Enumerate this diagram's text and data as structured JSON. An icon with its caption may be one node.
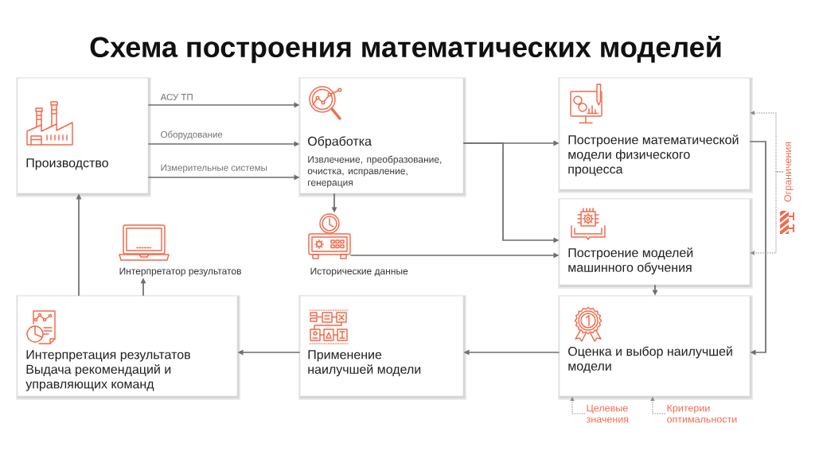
{
  "diagram": {
    "title": "Схема построения математических моделей",
    "nodes": [
      {
        "text": [
          "Производство"
        ]
      },
      {
        "text": [
          "Обработка",
          "Извлечение, преобразование, очистка, исправление, генерация"
        ]
      },
      {
        "text": [
          "Построение математической модели физического процесса"
        ]
      },
      {
        "text": [
          "Ограничения"
        ]
      },
      {
        "text": [
          "Интерпретатор результатов"
        ]
      },
      {
        "text": [],
        "shape": "picture",
        "beside": [
          "Исторические данные"
        ]
      },
      {
        "text": [
          "Построение моделей машинного обучения"
        ]
      },
      {
        "text": [
          "Интерпретация результатов",
          "Выдача рекомендаций и управляющих команд"
        ]
      },
      {
        "text": [
          "Применение наилучшей модели"
        ]
      },
      {
        "text": [
          "Оценка и выбор наилучшей модели"
        ]
      },
      {
        "text": [
          "Целевые значения"
        ]
      },
      {
        "text": [
          "Критерии оптимальности"
        ]
      }
    ],
    "edges": [
      {
        "from": 0,
        "to": 1,
        "arrow": "to",
        "label": "АСУ ТП"
      },
      {
        "from": 0,
        "to": 1,
        "arrow": "to",
        "label": "Оборудование"
      },
      {
        "from": 0,
        "to": 1,
        "arrow": "to",
        "label": "Измерительные системы"
      },
      {
        "from": 1,
        "to": 2,
        "arrow": "to"
      },
      {
        "from": 1,
        "to": 6,
        "arrow": "to"
      },
      {
        "from": 1,
        "to": 5,
        "arrow": "to"
      },
      {
        "from": 5,
        "to": 6,
        "arrow": "to"
      },
      {
        "from": 6,
        "to": 9,
        "arrow": "to"
      },
      {
        "from": 2,
        "to": 9,
        "arrow": "to"
      },
      {
        "from": 9,
        "to": 8,
        "arrow": "to"
      },
      {
        "from": 8,
        "to": 7,
        "arrow": "to"
      },
      {
        "from": 7,
        "to": 0,
        "arrow": "to"
      },
      {
        "from": 7,
        "to": 4,
        "arrow": "to"
      },
      {
        "from": 3,
        "to": 2,
        "arrow": "to",
        "style": "dashed"
      },
      {
        "from": 3,
        "to": 6,
        "arrow": "to",
        "style": "dashed"
      },
      {
        "from": 10,
        "to": 9,
        "arrow": "to",
        "style": "dashed"
      },
      {
        "from": 11,
        "to": 9,
        "arrow": "to",
        "style": "dashed"
      }
    ]
  }
}
